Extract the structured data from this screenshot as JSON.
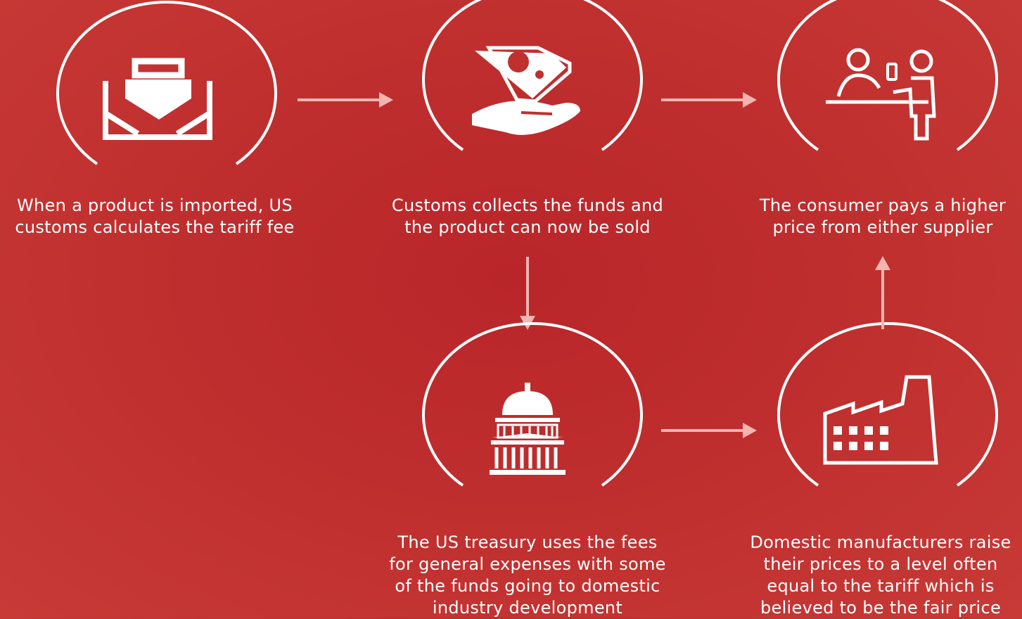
{
  "steps": [
    {
      "id": "import",
      "icon": "ship-icon",
      "lines": [
        "When a product is imported, US",
        "customs calculates the tariff fee"
      ]
    },
    {
      "id": "customs",
      "icon": "money-hand-icon",
      "lines": [
        "Customs collects the funds and",
        "the product can now be sold"
      ]
    },
    {
      "id": "consumer",
      "icon": "consumer-purchase-icon",
      "lines": [
        "The consumer pays a higher",
        "price from either supplier"
      ]
    },
    {
      "id": "treasury",
      "icon": "capitol-icon",
      "lines": [
        "The US treasury uses the fees",
        "for general expenses with some",
        "of the funds going to domestic",
        "industry development"
      ]
    },
    {
      "id": "manufacturers",
      "icon": "factory-icon",
      "lines": [
        "Domestic manufacturers raise",
        "their prices to a level often",
        "equal to the tariff which is",
        "believed to be the fair price"
      ]
    }
  ],
  "colors": {
    "background": "#c0302f",
    "foreground": "#ffffff",
    "arrow": "#f2b5b0"
  }
}
